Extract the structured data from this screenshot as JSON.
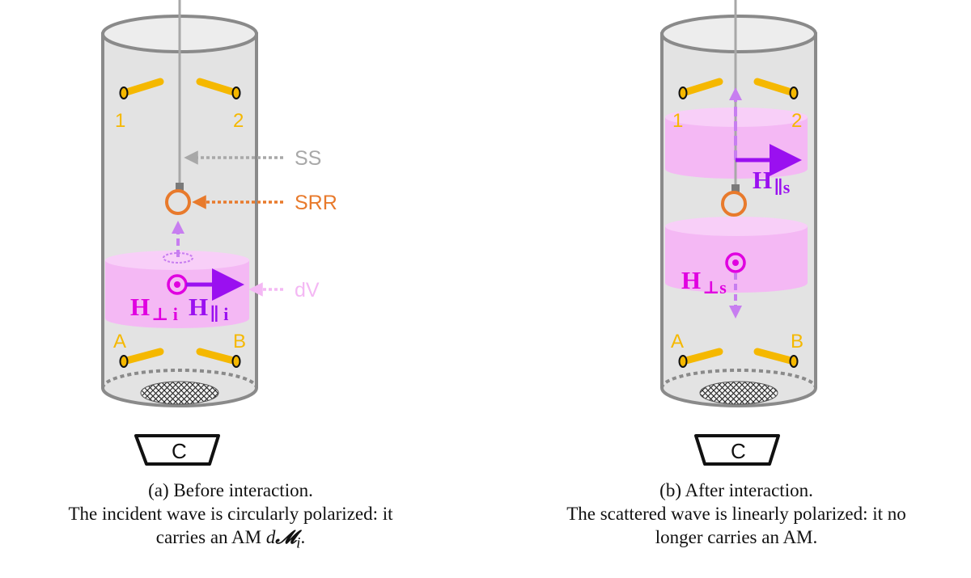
{
  "panel_a": {
    "labels": {
      "port_1": "1",
      "port_2": "2",
      "port_A": "A",
      "port_B": "B",
      "ss": "SS",
      "srr": "SRR",
      "dv": "dV",
      "camera": "C",
      "h_perp_i": "H",
      "h_perp_i_sub": "⊥ i",
      "h_par_i": "H",
      "h_par_i_sub": "∥ i"
    },
    "caption": {
      "line1": "(a)  Before interaction.",
      "line2": "The incident wave is circularly polarized: it",
      "line3_prefix": "carries an AM ",
      "line3_d": "d",
      "line3_M": "𝓜",
      "line3_sub": "i",
      "line3_suffix": "."
    }
  },
  "panel_b": {
    "labels": {
      "port_1": "1",
      "port_2": "2",
      "port_A": "A",
      "port_B": "B",
      "camera": "C",
      "h_par_s": "H",
      "h_par_s_sub": "∥s",
      "h_perp_s": "H",
      "h_perp_s_sub": "⊥s"
    },
    "caption": {
      "line1": "(b)  After interaction.",
      "line2": "The scattered wave is linearly polarized: it no",
      "line3": "longer carries an AM."
    }
  },
  "colors": {
    "tube_fill": "#e3e3e3",
    "tube_stroke": "#8a8a8a",
    "port_gold": "#f5b800",
    "srr_orange": "#e87a2c",
    "ss_gray": "#a8a8a8",
    "dv_pink": "#f4b8f4",
    "field_magenta": "#e000e0",
    "field_purple": "#9a10f0",
    "arrow_lilac": "#c77ef0"
  }
}
